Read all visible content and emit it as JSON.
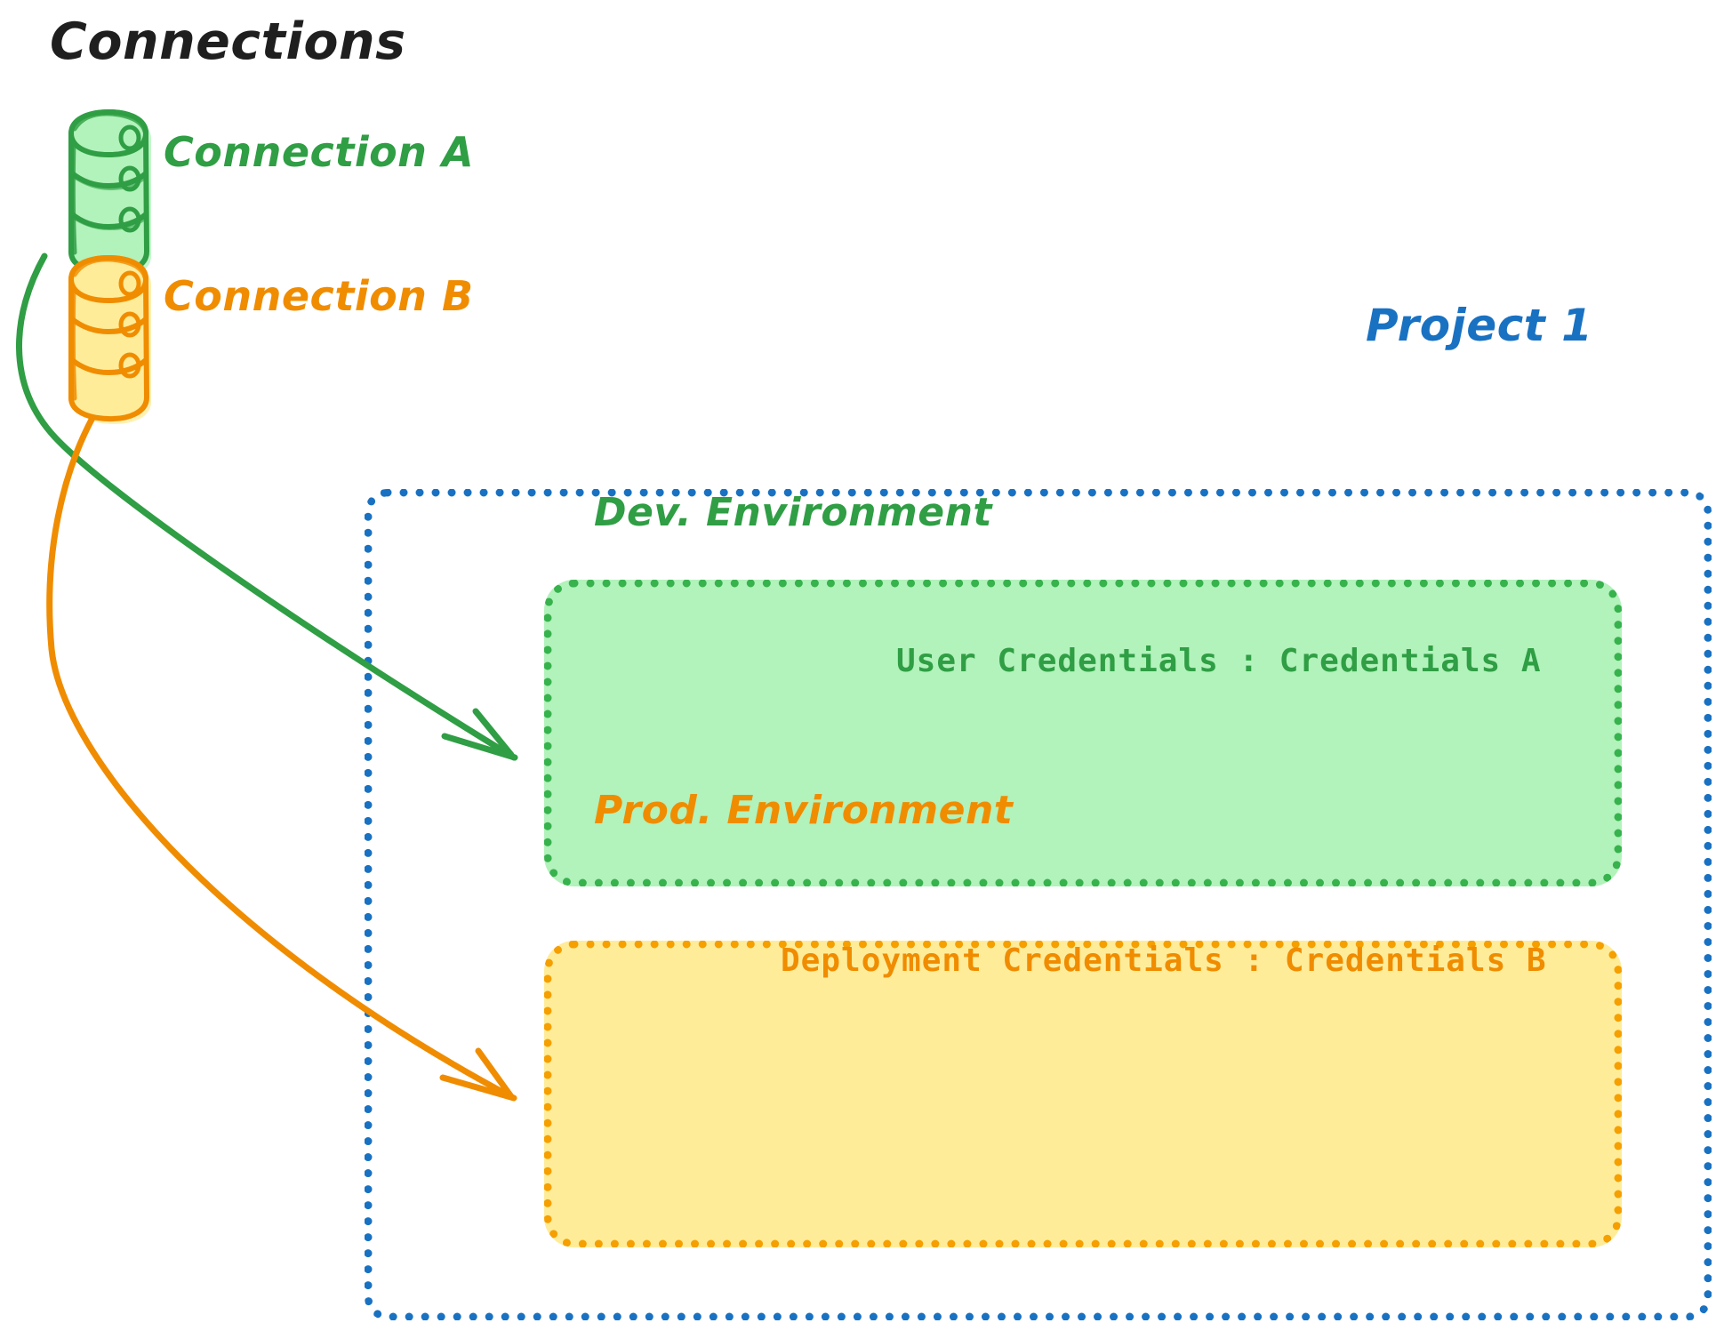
{
  "diagram": {
    "title": "Connections",
    "title_color": "#1f1f1f",
    "background": "#ffffff"
  },
  "connections": {
    "heading": "Connections",
    "items": [
      {
        "label": "Connection A",
        "icon": "database-cylinder-icon",
        "stroke_color": "#2f9e44",
        "fill_color": "#b2f2bb"
      },
      {
        "label": "Connection B",
        "icon": "database-cylinder-icon",
        "stroke_color": "#f08c00",
        "fill_color": "#ffec99"
      }
    ]
  },
  "project": {
    "label": "Project 1",
    "border_color": "#1971c2",
    "environments": [
      {
        "name": "Dev. Environment",
        "credential_label": "User Credentials",
        "credential_separator": ":",
        "credential_value": "Credentials A",
        "credential_line": "User Credentials : Credentials A",
        "border_color": "#37b24d",
        "fill_color": "#b2f2bb",
        "text_color": "#2f9e44"
      },
      {
        "name": "Prod. Environment",
        "credential_label": "Deployment Credentials",
        "credential_separator": ":",
        "credential_value": "Credentials B",
        "credential_line": "Deployment Credentials : Credentials B",
        "border_color": "#f59f00",
        "fill_color": "#ffec99",
        "text_color": "#f08c00"
      }
    ]
  },
  "arrows": [
    {
      "name": "arrow-connection-a-to-dev",
      "from": "Connection A",
      "to": "Dev. Environment",
      "color": "#2f9e44"
    },
    {
      "name": "arrow-connection-b-to-prod",
      "from": "Connection B",
      "to": "Prod. Environment",
      "color": "#f08c00"
    }
  ]
}
